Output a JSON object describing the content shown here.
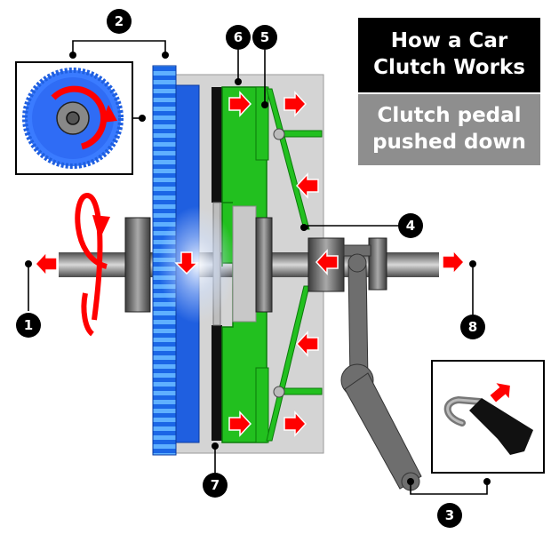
{
  "title": [
    "How a Car",
    "Clutch Works"
  ],
  "subtitle": [
    "Clutch pedal",
    "pushed down"
  ],
  "callouts": [
    "1",
    "2",
    "3",
    "4",
    "5",
    "6",
    "7",
    "8"
  ],
  "colors": {
    "flywheel": "#1f5fe0",
    "friction_disc": "#22c01f",
    "pressure_arrow": "#ff0000",
    "housing": "#d4d4d4",
    "shaft": "#777777",
    "title_bg": "#000000",
    "subtitle_bg": "#8e8e8e"
  },
  "icons": [
    "rotating-flywheel-icon",
    "foot-on-pedal-icon"
  ]
}
